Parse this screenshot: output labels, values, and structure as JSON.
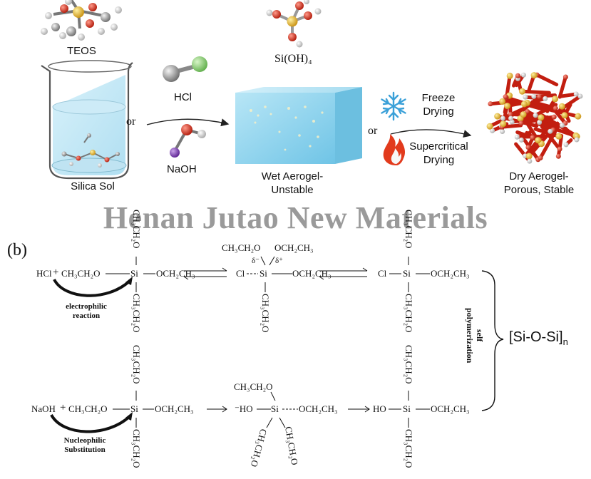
{
  "panel_a": {
    "teos_label": "TEOS",
    "silica_sol_label": "Silica Sol",
    "or_left": "or",
    "hcl_label": "HCl",
    "naoh_label": "NaOH",
    "sioh4_label": "Si(OH)₄",
    "wet_aerogel_label": "Wet Aerogel-\nUnstable",
    "or_right": "or",
    "freeze_drying_label": "Freeze\nDrying",
    "supercritical_drying_label": "Supercritical\nDrying",
    "dry_aerogel_label": "Dry Aerogel-\nPorous, Stable",
    "colors": {
      "liquid": "#a9d8ee",
      "gel": "#8fd3ec",
      "snowflake": "#3aa0d8",
      "flame": "#e23a1c",
      "hcl_cl": "#8fd07a",
      "naoh_na": "#7a3ab0",
      "si": "#e0b020",
      "o": "#d42a1a"
    }
  },
  "watermark": "Henan Jutao New Materials",
  "panel_b": {
    "label": "(b)",
    "acid_row": {
      "hcl": "HCl",
      "plus1": "+",
      "ethoxy_left": "CH₃CH₂O",
      "si": "Si",
      "ethoxy_right": "OCH₂CH₃",
      "top_vertical": "CH₃CH₂O",
      "bottom_vertical": "CH₃CH₂O",
      "curve_label": "electrophilic\nreaction",
      "ts_top_left": "CH₃CH₂O",
      "ts_top_right": "OCH₂CH₃",
      "ts_delta_minus": "δ⁻",
      "ts_delta_plus": "δ⁺",
      "ts_cl": "Cl",
      "ts_si": "Si",
      "ts_right": "OCH₂CH₃",
      "ts_bottom": "CH₃CH₂O",
      "prod_cl": "Cl",
      "prod_si": "Si",
      "prod_right": "OCH₂CH₃",
      "prod_top": "CH₃CH₂O",
      "prod_bottom": "CH₃CH₂O"
    },
    "base_row": {
      "naoh": "NaOH",
      "plus1": "+",
      "ethoxy_left": "CH₃CH₂O",
      "si": "Si",
      "ethoxy_right": "OCH₂CH₃",
      "top_vertical": "CH₃CH₂O",
      "bottom_vertical": "CH₃CH₂O",
      "curve_label": "Nucleophilic\nSubstitution",
      "int_ho": "⁻HO",
      "int_si": "Si",
      "int_right": "OCH₂CH₃",
      "int_top": "CH₃CH₂O",
      "int_bottom_left": "CH₃CH₂O",
      "int_bottom_right": "CH₃CH₂O",
      "prod_ho": "HO",
      "prod_si": "Si",
      "prod_right": "OCH₂CH₃",
      "prod_top": "CH₃CH₂O",
      "prod_bottom": "CH₃CH₂O"
    },
    "self_polymerization": "self\npolymerization",
    "polymer": "[Si-O-Si]",
    "polymer_sub": "n"
  }
}
